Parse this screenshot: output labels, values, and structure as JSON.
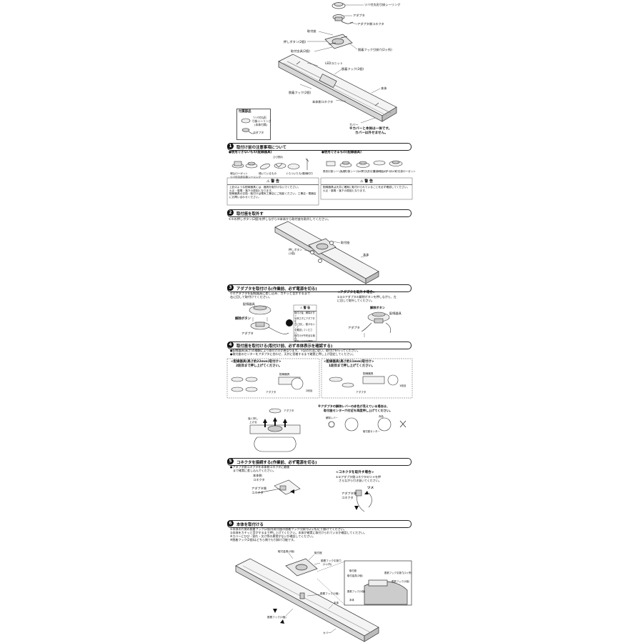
{
  "top": {
    "ceiling_label": "ツバ付丸形引掛シーリング",
    "adapter_label": "アダプタ",
    "adapter_connector_label": "アダプタ側コネクタ",
    "mount_base_label": "取付座",
    "push_button_label": "押しボタン(2個)",
    "mount_bracket_label": "取付金具(2個)",
    "hook_hole_label": "脱着フック引掛穴(2ヶ所)",
    "led_unit_label": "LEDユニット",
    "detach_hook_label": "脱着フック(2個)",
    "body_label": "本体",
    "detach_hook2_label": "脱着フック(2個)",
    "body_connector_label": "本体側コネクタ",
    "cover_label": "カバー",
    "cover_note1": "※カバーと本体は一体です。",
    "cover_note2": "カバーは外せません。"
  },
  "accessory": {
    "title": "付属部品",
    "item1": "ツバ付丸形",
    "item2": "引掛シーリング",
    "item3": "(本体付属)",
    "item4": "アダプタ"
  },
  "s1": {
    "num": "1",
    "title": "取付け前の注意事項について",
    "cannot_title": "●使用できないもの(配線器具)",
    "can_title": "●使用できるもの(配線器具)",
    "cannot_items": [
      "埋込ローゼット",
      "ツバ付丸形引掛シーリング",
      "傾いているもの",
      "ひび割れ",
      "ぐらついたもの",
      "配線切り"
    ],
    "can_items": [
      "角形引掛シーリング",
      "丸形引掛シーリング",
      "ツバ付丸形引掛シーリング",
      "引掛埋込ローゼット",
      "ツバ付引掛ローゼット"
    ],
    "warn_title": "⚠ 警 告",
    "warn_left": [
      "上記のような配線器具には、器具を取付けないでください。",
      "火災・感電・落下の原因となります。",
      "配線器具の交換・取付けは電気工事店にご相談ください。工事店・電器店",
      "にお問い合わせください。"
    ],
    "warn_right": [
      "配線器具は天井に確実に取付けられていることを必ず確認してください。",
      "火災・感電・落下の原因となります。"
    ]
  },
  "s2": {
    "num": "2",
    "title": "取付座を取外す",
    "desc": "①②の押しボタン(2個)を押しながら③本体から取付座を取外してください。",
    "mount_label": "取付座",
    "button_label": "押しボタン(2個)",
    "body_label": "本体"
  },
  "s3": {
    "num": "3",
    "title": "アダプタを取付ける(作業前、必ず電源を切る)",
    "desc1": "①②アダプタを配線器具に差し込み、カチッと音がするまで",
    "desc2": "右に回して取付けてください。",
    "wiring_label": "配線器具",
    "release_button": "解除ボタン",
    "adapter_label": "アダプタ",
    "remove_title": "<アダプタを取外す場合>",
    "remove_desc1": "①②③アダプタの解除ボタンを押しながら、左",
    "remove_desc2": "に回して取外してください。",
    "remove_wiring": "配線器具",
    "remove_release": "解除ボタン",
    "remove_adapter": "アダプタ",
    "warn_title": "⚠ 警 告",
    "warn_lines": [
      "取付け後、解除ボタン",
      "を押さずにアダプタを",
      "左に回し、動かないこと",
      "を確認してください。",
      "取付けが不完全な場合、",
      "落下・火災の原因",
      "となります。"
    ]
  },
  "s4": {
    "num": "4",
    "title": "取付座を取付ける(取付け前、必ず本体表示を確認する)",
    "desc1": "●配線器具(高さ)の種類により取付け方が異なります。下記の方法に従い、取付けを行ってください。",
    "desc2": "●取付座のセンターをアダプタに合わせ、天井に密着するまで確実に押し上げ固定してください。",
    "left_title1": "<配線器具(高さ約22mm)取付け>",
    "left_title2": "2段目まで押し上げてください。",
    "right_title1": "<配線器具(高さ約11mm)取付け>",
    "right_title2": "1段目まで押し上げてください。",
    "wiring_label": "配線器具",
    "adapter_label": "アダプタ",
    "step2": "2段目",
    "step1": "1段目",
    "push_label1": "強く押し",
    "push_label2": "上げる",
    "adapter2": "アダプタ",
    "lever_note1": "※アダプタの解除レバーの赤色が見えている場合は、",
    "lever_note2": "取付座センター穴付近を再度押し上げてください。",
    "release_lever": "解除レバー",
    "red": "赤色",
    "mount_center": "取付座センター"
  },
  "s5": {
    "num": "5",
    "title": "コネクタを接続する(作業前、必ず電源を切る)",
    "desc1": "●アダプタ側コネクタを本体側コネクタに最後",
    "desc2": "まで確実に差し込んでください。",
    "body_conn1": "本体側",
    "body_conn2": "コネクタ",
    "adapter_conn1": "アダプタ側",
    "adapter_conn2": "コネクタ",
    "remove_title": "<コネクタを取外す場合>",
    "remove_desc1": "①②アダプタ側コネクタのツメを押",
    "remove_desc2": "さえながら引き抜いてください。",
    "tsume": "ツメ",
    "rm_adapter1": "アダプタ側",
    "rm_adapter2": "コネクタ"
  },
  "s6": {
    "num": "6",
    "title": "本体を取付ける",
    "desc1": "①本体の片側の脱着フック(2個)を取付座の脱着フック引掛穴(2ヶ所)に引掛けてください。",
    "desc2": "②本体をカチッと音がするまで押し上げてください。本体が確実に取付けられているか確認してください。",
    "desc3": "※カバーにひび・割れ・欠け等の異常がないか確認してください。",
    "desc4": "※脱着フック(2個)はどちら側でも引掛け可能です。",
    "mount_bracket": "取付金具(2個)",
    "mount": "取付座",
    "hook_hole": "脱着フック引掛穴",
    "hook_hole2": "(2ヶ所)",
    "hook": "脱着フック(2個)",
    "body": "本体",
    "hook_b": "脱着フック(2個)",
    "cover": "カバー",
    "zoom_bracket": "取付金具(2個)",
    "zoom_mount": "取付座",
    "zoom_hole": "脱着フック引掛穴(2ヶ所)",
    "zoom_hook": "脱着フック(2個)",
    "zoom_hook2": "脱着フック(2個)",
    "zoom_body": "本体"
  }
}
